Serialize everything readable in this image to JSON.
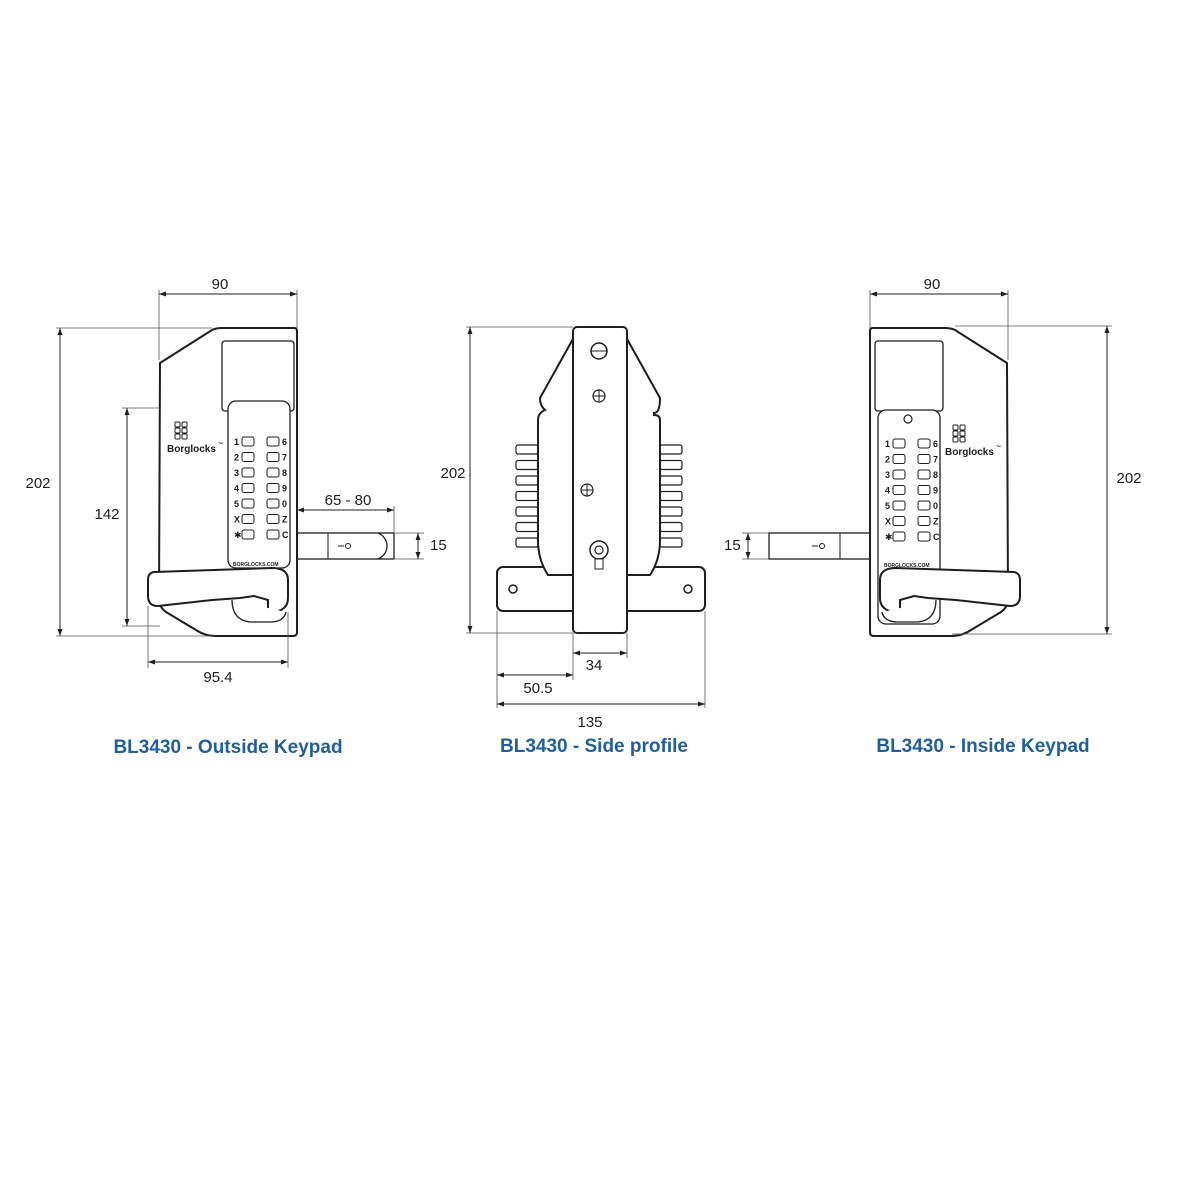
{
  "keypad": {
    "left_keys": [
      "1",
      "2",
      "3",
      "4",
      "5",
      "X",
      "✱"
    ],
    "right_keys": [
      "6",
      "7",
      "8",
      "9",
      "0",
      "Z",
      "C"
    ],
    "brand": "Borglocks",
    "brand_mark": "™",
    "web": "BORGLOCKS.COM"
  },
  "outside": {
    "caption": "BL3430 - Outside Keypad",
    "dim_width": "90",
    "dim_height": "202",
    "dim_keypad": "142",
    "dim_spindle": "65 - 80",
    "dim_spindle_h": "15",
    "dim_lever": "95.4"
  },
  "side": {
    "caption": "BL3430 - Side profile",
    "dim_height": "202",
    "dim_34": "34",
    "dim_505": "50.5",
    "dim_135": "135"
  },
  "inside": {
    "caption": "BL3430 - Inside Keypad",
    "dim_width": "90",
    "dim_height": "202",
    "dim_spindle_h": "15"
  }
}
